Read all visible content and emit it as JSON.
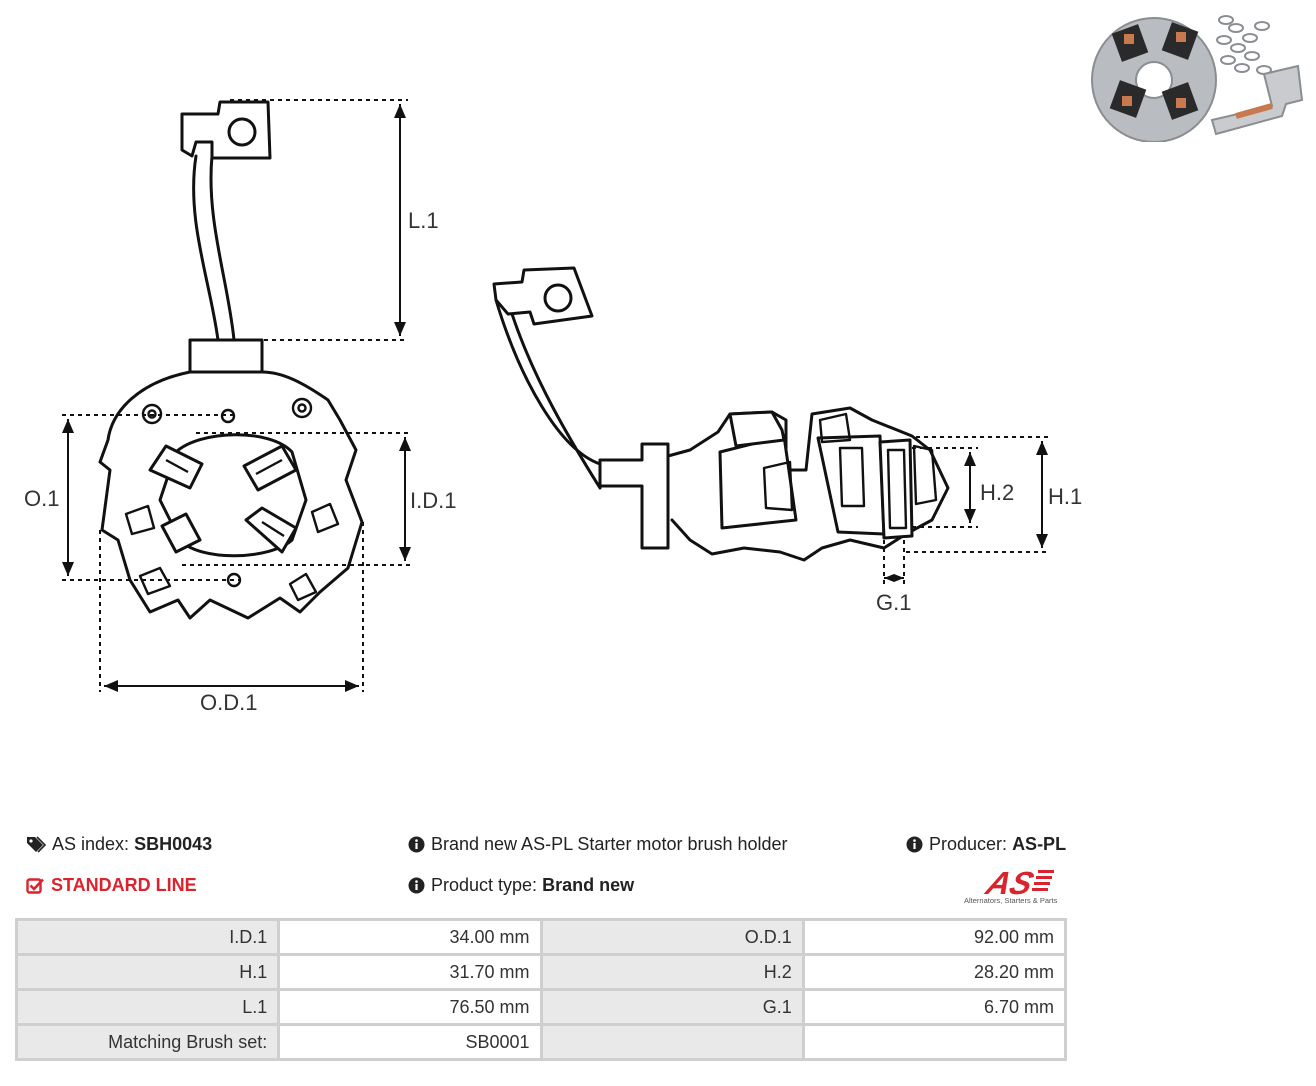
{
  "drawing": {
    "labels": {
      "l1": "L.1",
      "o1": "O.1",
      "id1": "I.D.1",
      "od1": "O.D.1",
      "h2": "H.2",
      "h1": "H.1",
      "g1": "G.1"
    }
  },
  "info": {
    "as_index_label": "AS index:",
    "as_index_value": "SBH0043",
    "description": "Brand new AS-PL Starter motor brush holder",
    "producer_label": "Producer:",
    "producer_value": "AS-PL",
    "line": "STANDARD LINE",
    "product_type_label": "Product type:",
    "product_type_value": "Brand new"
  },
  "logo": {
    "mark": "AS",
    "tagline": "Alternators, Starters & Parts",
    "color": "#d9232d"
  },
  "specs": {
    "rows": [
      [
        "I.D.1",
        "34.00 mm",
        "O.D.1",
        "92.00 mm"
      ],
      [
        "H.1",
        "31.70 mm",
        "H.2",
        "28.20 mm"
      ],
      [
        "L.1",
        "76.50 mm",
        "G.1",
        "6.70 mm"
      ],
      [
        "Matching Brush set:",
        "SB0001",
        "",
        ""
      ]
    ]
  }
}
